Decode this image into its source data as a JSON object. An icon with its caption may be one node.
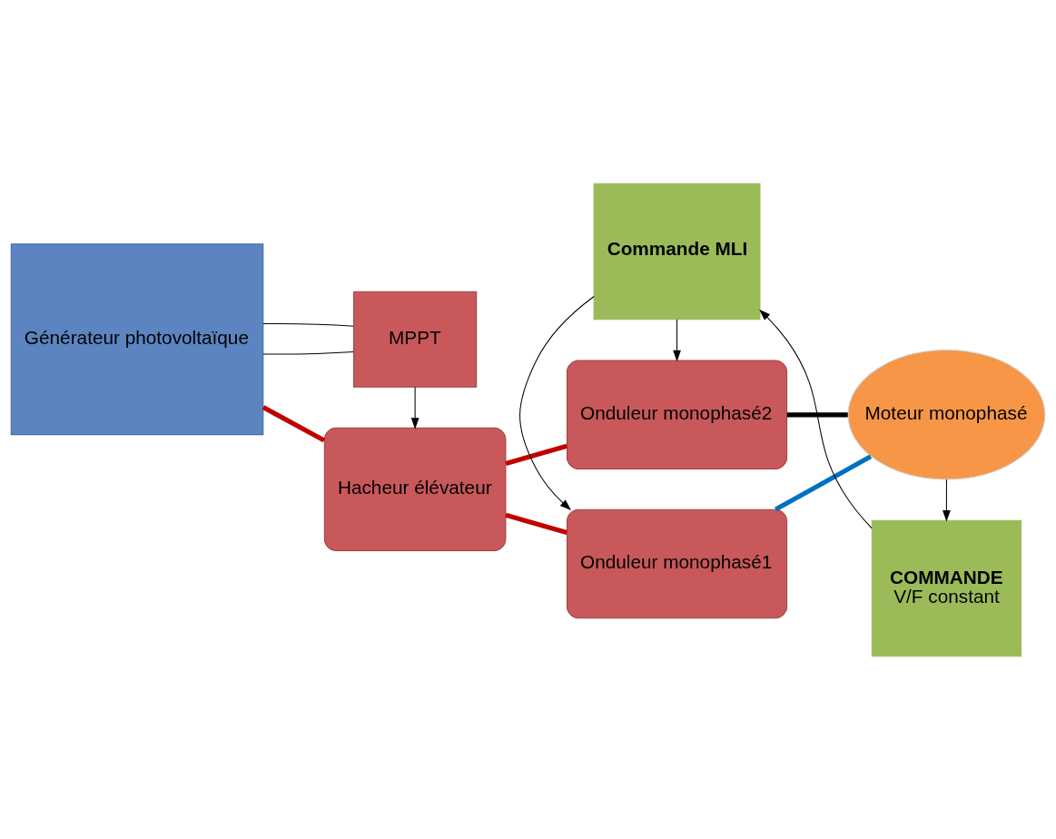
{
  "diagram": {
    "nodes": [
      {
        "text": [
          "Générateur photovoltaïque"
        ]
      },
      {
        "text": [
          "Hacheur élévateur"
        ]
      },
      {
        "text": [
          "Onduleur monophasé1"
        ]
      },
      {
        "text": [
          "Moteur monophasé"
        ]
      },
      {
        "text": [
          "MPPT"
        ]
      },
      {
        "text": [
          "Onduleur monophasé2"
        ]
      },
      {
        "text": [
          "Commande MLI"
        ]
      },
      {
        "text": [
          "COMMANDE",
          "V/F constant"
        ]
      }
    ],
    "edges": [
      {
        "from": 0,
        "to": 1,
        "arrow": "none",
        "style": "thick",
        "color": "#c00000"
      },
      {
        "from": 1,
        "to": 2,
        "arrow": "none",
        "style": "thick",
        "color": "#c00000"
      },
      {
        "from": 1,
        "to": 5,
        "arrow": "none",
        "style": "thick",
        "color": "#c00000"
      },
      {
        "from": 2,
        "to": 3,
        "arrow": "none",
        "style": "thick",
        "color": "#0070c0"
      },
      {
        "from": 5,
        "to": 3,
        "arrow": "none",
        "style": "thick"
      },
      {
        "from": 0,
        "to": 4,
        "arrow": "none"
      },
      {
        "from": 0,
        "to": 4,
        "arrow": "none"
      },
      {
        "from": 4,
        "to": 1,
        "arrow": "to"
      },
      {
        "from": 6,
        "to": 2,
        "arrow": "to"
      },
      {
        "from": 6,
        "to": 5,
        "arrow": "to"
      },
      {
        "from": 3,
        "to": 7,
        "arrow": "to"
      },
      {
        "from": 7,
        "to": 6,
        "arrow": "to"
      }
    ]
  }
}
